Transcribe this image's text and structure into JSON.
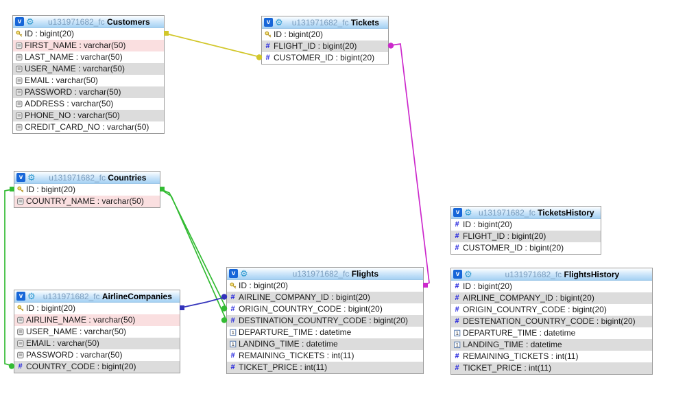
{
  "canvas": {
    "background": "#ffffff"
  },
  "icons": {
    "toggle": "v",
    "gear": "⚙",
    "numeric": "#"
  },
  "colors": {
    "header_gradient_top": "#ffffff",
    "header_gradient_bottom": "#a5d1f3",
    "row_alt": "#dcdcdc",
    "row_highlight": "#fadfe0",
    "prefix_text": "#7b9dbd",
    "toggle_bg": "#1766d8",
    "gear_icon": "#2f9ad0",
    "key_icon": "#c2a226",
    "relation_yellow": "#d2c72b",
    "relation_magenta": "#cc29cc",
    "relation_green": "#33bb33",
    "relation_blue": "#3333bb"
  },
  "tables": [
    {
      "id": "Customers",
      "prefix": "u131971682_fc",
      "name": "Customers",
      "columns": [
        {
          "name": "ID",
          "type": "bigint(20)",
          "icon": "key"
        },
        {
          "name": "FIRST_NAME",
          "type": "varchar(50)",
          "icon": "text",
          "highlight": true
        },
        {
          "name": "LAST_NAME",
          "type": "varchar(50)",
          "icon": "text"
        },
        {
          "name": "USER_NAME",
          "type": "varchar(50)",
          "icon": "text"
        },
        {
          "name": "EMAIL",
          "type": "varchar(50)",
          "icon": "text"
        },
        {
          "name": "PASSWORD",
          "type": "varchar(50)",
          "icon": "text"
        },
        {
          "name": "ADDRESS",
          "type": "varchar(50)",
          "icon": "text"
        },
        {
          "name": "PHONE_NO",
          "type": "varchar(50)",
          "icon": "text"
        },
        {
          "name": "CREDIT_CARD_NO",
          "type": "varchar(50)",
          "icon": "text"
        }
      ]
    },
    {
      "id": "Tickets",
      "prefix": "u131971682_fc",
      "name": "Tickets",
      "columns": [
        {
          "name": "ID",
          "type": "bigint(20)",
          "icon": "key"
        },
        {
          "name": "FLIGHT_ID",
          "type": "bigint(20)",
          "icon": "numeric"
        },
        {
          "name": "CUSTOMER_ID",
          "type": "bigint(20)",
          "icon": "numeric"
        }
      ]
    },
    {
      "id": "Countries",
      "prefix": "u131971682_fc",
      "name": "Countries",
      "columns": [
        {
          "name": "ID",
          "type": "bigint(20)",
          "icon": "key"
        },
        {
          "name": "COUNTRY_NAME",
          "type": "varchar(50)",
          "icon": "text",
          "highlight": true
        }
      ]
    },
    {
      "id": "TicketsHistory",
      "prefix": "u131971682_fc",
      "name": "TicketsHistory",
      "columns": [
        {
          "name": "ID",
          "type": "bigint(20)",
          "icon": "numeric"
        },
        {
          "name": "FLIGHT_ID",
          "type": "bigint(20)",
          "icon": "numeric"
        },
        {
          "name": "CUSTOMER_ID",
          "type": "bigint(20)",
          "icon": "numeric"
        }
      ]
    },
    {
      "id": "AirlineCompanies",
      "prefix": "u131971682_fc",
      "name": "AirlineCompanies",
      "columns": [
        {
          "name": "ID",
          "type": "bigint(20)",
          "icon": "key"
        },
        {
          "name": "AIRLINE_NAME",
          "type": "varchar(50)",
          "icon": "text",
          "highlight": true
        },
        {
          "name": "USER_NAME",
          "type": "varchar(50)",
          "icon": "text"
        },
        {
          "name": "EMAIL",
          "type": "varchar(50)",
          "icon": "text"
        },
        {
          "name": "PASSWORD",
          "type": "varchar(50)",
          "icon": "text"
        },
        {
          "name": "COUNTRY_CODE",
          "type": "bigint(20)",
          "icon": "numeric"
        }
      ]
    },
    {
      "id": "Flights",
      "prefix": "u131971682_fc",
      "name": "Flights",
      "columns": [
        {
          "name": "ID",
          "type": "bigint(20)",
          "icon": "key"
        },
        {
          "name": "AIRLINE_COMPANY_ID",
          "type": "bigint(20)",
          "icon": "numeric"
        },
        {
          "name": "ORIGIN_COUNTRY_CODE",
          "type": "bigint(20)",
          "icon": "numeric"
        },
        {
          "name": "DESTINATION_COUNTRY_CODE",
          "type": "bigint(20)",
          "icon": "numeric"
        },
        {
          "name": "DEPARTURE_TIME",
          "type": "datetime",
          "icon": "datetime"
        },
        {
          "name": "LANDING_TIME",
          "type": "datetime",
          "icon": "datetime"
        },
        {
          "name": "REMAINING_TICKETS",
          "type": "int(11)",
          "icon": "numeric"
        },
        {
          "name": "TICKET_PRICE",
          "type": "int(11)",
          "icon": "numeric"
        }
      ]
    },
    {
      "id": "FlightsHistory",
      "prefix": "u131971682_fc",
      "name": "FlightsHistory",
      "columns": [
        {
          "name": "ID",
          "type": "bigint(20)",
          "icon": "numeric"
        },
        {
          "name": "AIRLINE_COMPANY_ID",
          "type": "bigint(20)",
          "icon": "numeric"
        },
        {
          "name": "ORIGIN_COUNTRY_CODE",
          "type": "bigint(20)",
          "icon": "numeric"
        },
        {
          "name": "DESTENATION_COUNTRY_CODE",
          "type": "bigint(20)",
          "icon": "numeric"
        },
        {
          "name": "DEPARTURE_TIME",
          "type": "datetime",
          "icon": "datetime"
        },
        {
          "name": "LANDING_TIME",
          "type": "datetime",
          "icon": "datetime"
        },
        {
          "name": "REMAINING_TICKETS",
          "type": "int(11)",
          "icon": "numeric"
        },
        {
          "name": "TICKET_PRICE",
          "type": "int(11)",
          "icon": "numeric"
        }
      ]
    }
  ],
  "relations": [
    {
      "id": "customers-tickets",
      "from": {
        "table": "Customers",
        "column": "ID"
      },
      "to": {
        "table": "Tickets",
        "column": "CUSTOMER_ID"
      },
      "color": "#d2c72b"
    },
    {
      "id": "flights-tickets",
      "from": {
        "table": "Flights",
        "column": "ID"
      },
      "to": {
        "table": "Tickets",
        "column": "FLIGHT_ID"
      },
      "color": "#cc29cc"
    },
    {
      "id": "countries-flights-origin",
      "from": {
        "table": "Countries",
        "column": "ID"
      },
      "to": {
        "table": "Flights",
        "column": "ORIGIN_COUNTRY_CODE"
      },
      "color": "#33bb33"
    },
    {
      "id": "countries-flights-destination",
      "from": {
        "table": "Countries",
        "column": "ID"
      },
      "to": {
        "table": "Flights",
        "column": "DESTINATION_COUNTRY_CODE"
      },
      "color": "#33bb33"
    },
    {
      "id": "countries-airlinecompanies",
      "from": {
        "table": "Countries",
        "column": "ID"
      },
      "to": {
        "table": "AirlineCompanies",
        "column": "COUNTRY_CODE"
      },
      "color": "#33bb33"
    },
    {
      "id": "airlinecompanies-flights",
      "from": {
        "table": "AirlineCompanies",
        "column": "ID"
      },
      "to": {
        "table": "Flights",
        "column": "AIRLINE_COMPANY_ID"
      },
      "color": "#3333bb"
    }
  ]
}
